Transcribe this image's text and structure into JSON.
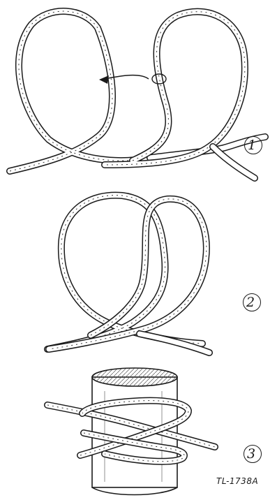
{
  "steps": [
    {
      "number": "1"
    },
    {
      "number": "2"
    },
    {
      "number": "3"
    }
  ],
  "figure_code": "TL-1738A"
}
